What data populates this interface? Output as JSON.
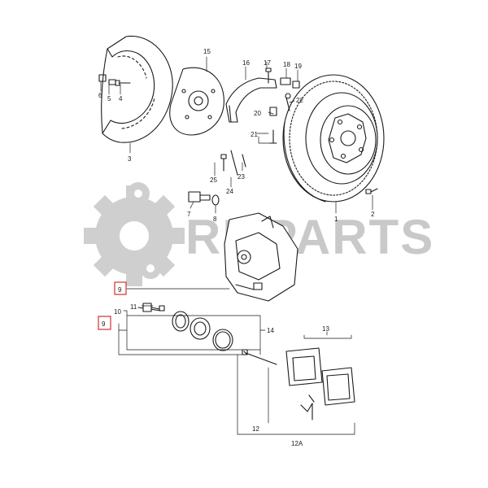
{
  "watermark": {
    "text": "RMPARTS",
    "color": "#c8c8c8"
  },
  "highlight_color": "#d0302e",
  "callouts": {
    "c1": "1",
    "c2": "2",
    "c3": "3",
    "c4": "4",
    "c5": "5",
    "c6": "6",
    "c7": "7",
    "c8": "8",
    "c9a": "9",
    "c9b": "9",
    "c10": "10",
    "c11": "11",
    "c12": "12",
    "c12a": "12A",
    "c13": "13",
    "c14": "14",
    "c15": "15",
    "c16": "16",
    "c17": "17",
    "c18": "18",
    "c19": "19",
    "c20": "20",
    "c21": "21",
    "c22": "22",
    "c23": "23",
    "c24": "24",
    "c25": "25"
  }
}
